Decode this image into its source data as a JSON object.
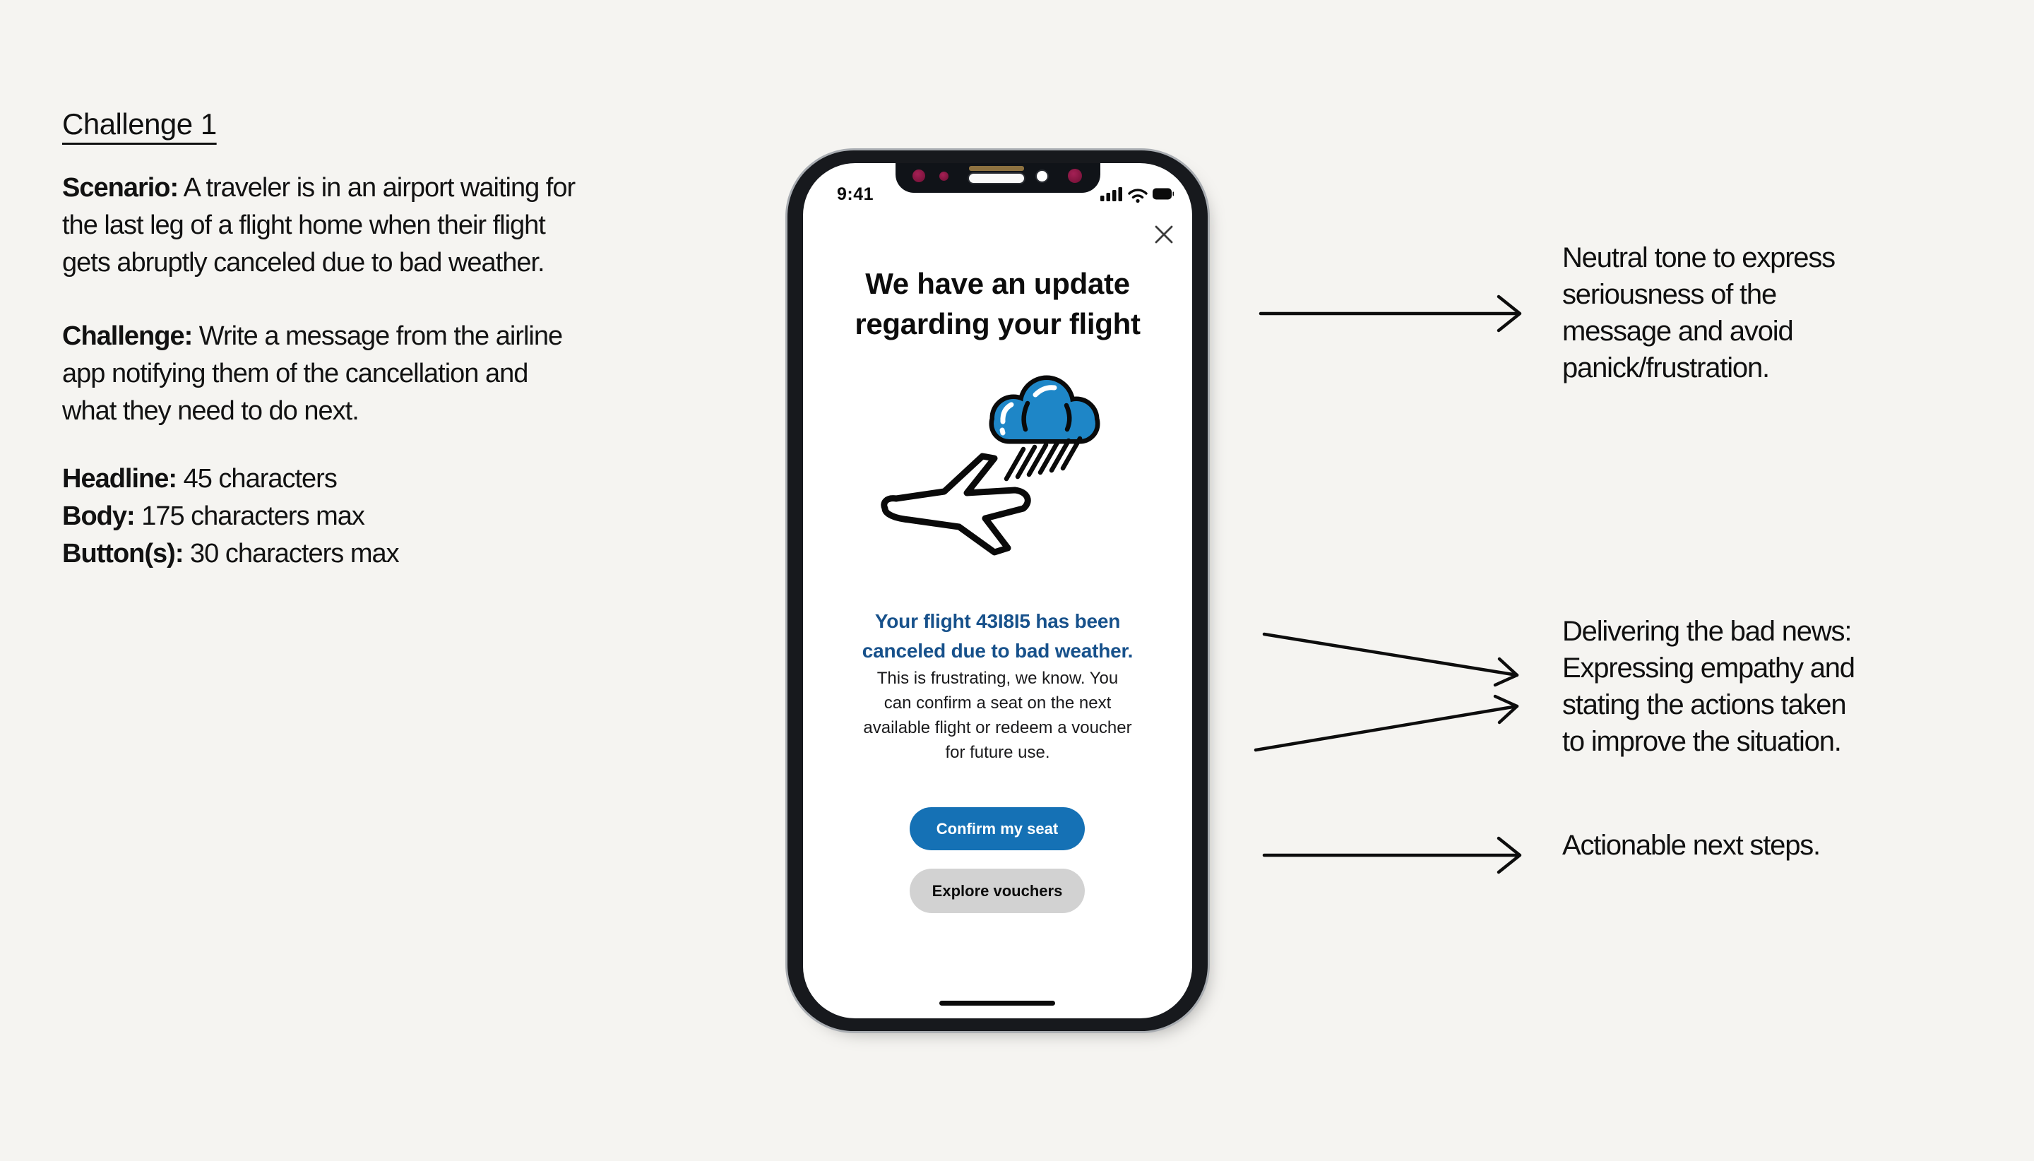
{
  "left_panel": {
    "title": "Challenge 1",
    "paragraphs": [
      {
        "label": "Scenario:",
        "lines": [
          " A traveler is in an airport waiting for",
          "the last leg of a flight home when their flight",
          "gets abruptly canceled due to bad weather."
        ]
      },
      {
        "label": "Challenge:",
        "lines": [
          " Write a message from the airline",
          "app notifying them of the cancellation and",
          "what they need to do next."
        ]
      }
    ],
    "specs": [
      {
        "label": "Headline:",
        "text": " 45 characters"
      },
      {
        "label": "Body:",
        "text": " 175 characters max"
      },
      {
        "label": "Button(s):",
        "text": " 30 characters max"
      }
    ]
  },
  "phone": {
    "status": {
      "time": "9:41",
      "icons": [
        "signal-icon",
        "wifi-icon",
        "battery-icon"
      ]
    },
    "close_icon": "close-icon",
    "headline_lines": [
      "We have an update",
      "regarding your flight"
    ],
    "illustration": "plane-under-rain-cloud-illustration",
    "alert_lines": [
      "Your flight 43I8I5 has been",
      "canceled due to bad weather."
    ],
    "body_lines": [
      "This is frustrating, we know. You",
      "can confirm a seat on the next",
      "available flight or redeem a voucher",
      "for future use."
    ],
    "primary_button": "Confirm my seat",
    "secondary_button": "Explore vouchers"
  },
  "annotations": [
    {
      "lines": [
        "Neutral tone to express",
        "seriousness of the",
        "message and avoid",
        "panick/frustration."
      ]
    },
    {
      "lines": [
        "Delivering the bad news:",
        "Expressing empathy and",
        "stating the actions taken",
        "to improve the situation."
      ]
    },
    {
      "lines": [
        "Actionable next steps."
      ]
    }
  ],
  "colors": {
    "background": "#f5f4f1",
    "text": "#101010",
    "primary_button_blue": "#1571b5",
    "secondary_button_gray": "#d2d2d2",
    "alert_heading_blue": "#17518b",
    "cloud_blue": "#1e86c7",
    "phone_frame": "#17191d"
  }
}
